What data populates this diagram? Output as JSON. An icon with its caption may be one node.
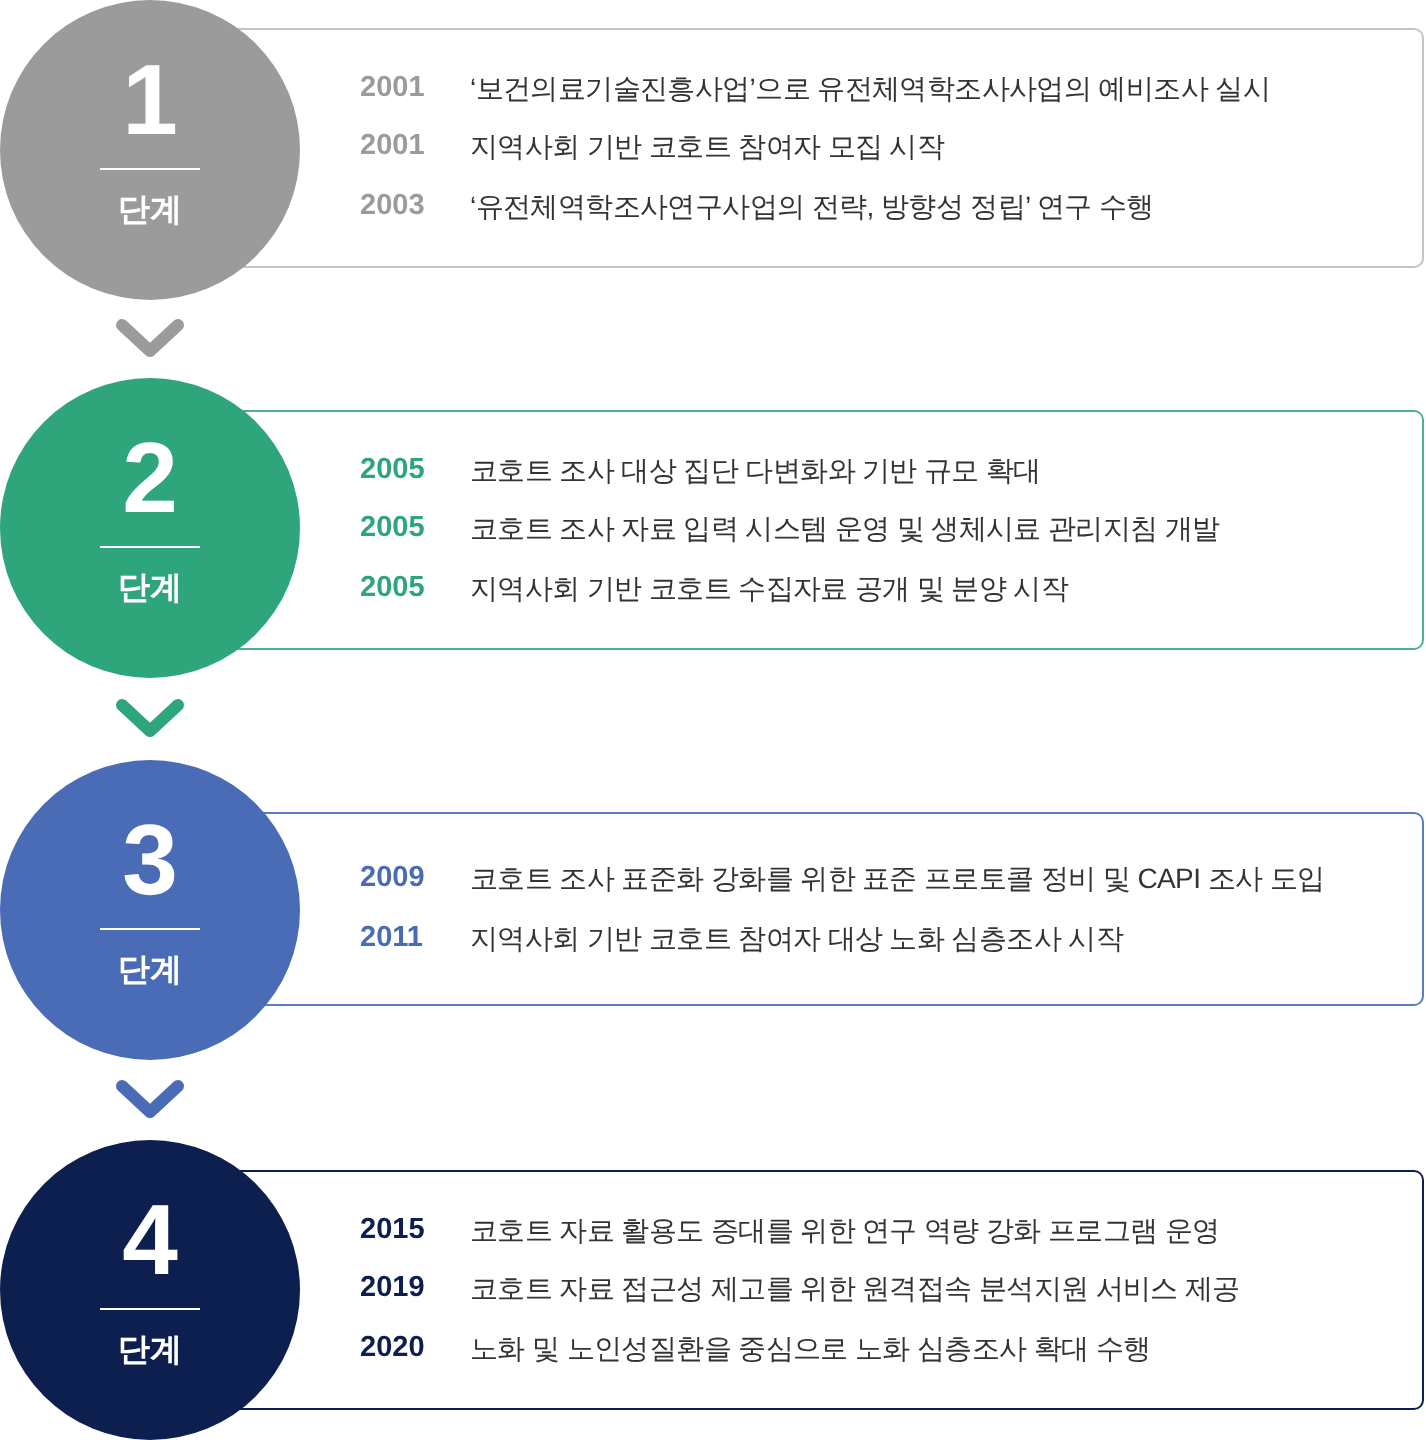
{
  "diagram": {
    "nodes": [
      {
        "text": [
          "1",
          "단계"
        ]
      },
      {
        "text": [
          "2001",
          "‘보건의료기술진흥사업’으로 유전체역학조사사업의 예비조사 실시",
          "2001",
          "지역사회 기반 코호트 참여자 모집 시작",
          "2003",
          "‘유전체역학조사연구사업의 전략, 방향성 정립’ 연구 수행"
        ]
      },
      {
        "text": [
          "2",
          "단계"
        ]
      },
      {
        "text": [
          "2005",
          "코호트 조사 대상 집단 다변화와 기반 규모 확대",
          "2005",
          "코호트 조사 자료 입력 시스템 운영 및 생체시료 관리지침 개발",
          "2005",
          "지역사회 기반 코호트 수집자료 공개 및 분양 시작"
        ]
      },
      {
        "text": [
          "3",
          "단계"
        ]
      },
      {
        "text": [
          "2009",
          "코호트 조사 표준화 강화를 위한 표준 프로토콜 정비 및 CAPI 조사 도입",
          "2011",
          "지역사회 기반 코호트 참여자 대상 노화 심층조사 시작"
        ]
      },
      {
        "text": [
          "4",
          "단계"
        ]
      },
      {
        "text": [
          "2015",
          "코호트 자료 활용도 증대를 위한 연구 역량 강화 프로그램 운영",
          "2019",
          "코호트 자료 접근성 제고를 위한 원격접속 분석지원 서비스 제공",
          "2020",
          "노화 및 노인성질환을 중심으로 노화 심층조사 확대 수행"
        ]
      }
    ],
    "edges": [
      {
        "from": 0,
        "to": 2,
        "arrow": "to",
        "color": "#9b9b9b"
      },
      {
        "from": 2,
        "to": 4,
        "arrow": "to",
        "color": "#2fa57c"
      },
      {
        "from": 4,
        "to": 6,
        "arrow": "to",
        "color": "#4a6cb7"
      }
    ]
  }
}
